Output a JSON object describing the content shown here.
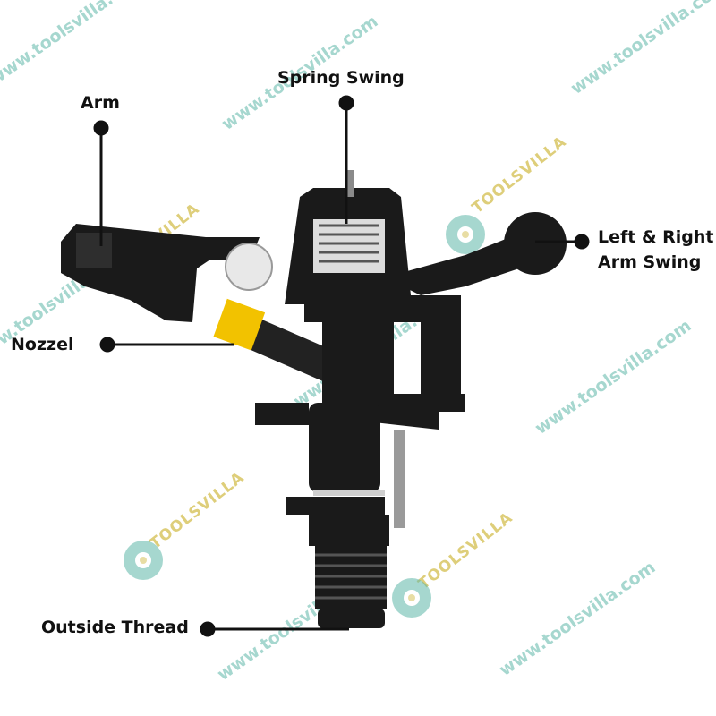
{
  "diagram": {
    "subject": "impact sprinkler",
    "callouts": {
      "arm": "Arm",
      "spring_swing": "Spring Swing",
      "left_right_line1": "Left & Right",
      "left_right_line2": "Arm Swing",
      "nozzel": "Nozzel",
      "outside_thread": "Outside Thread"
    }
  },
  "watermark": {
    "url": "www.toolsvilla.com",
    "brand": "TOOLSVILLA",
    "color": "#5fb7a8",
    "brand_color": "#d6c35a"
  },
  "colors": {
    "body": "#1a1a1a",
    "nozzle": "#f2c200",
    "callout": "#111111"
  }
}
